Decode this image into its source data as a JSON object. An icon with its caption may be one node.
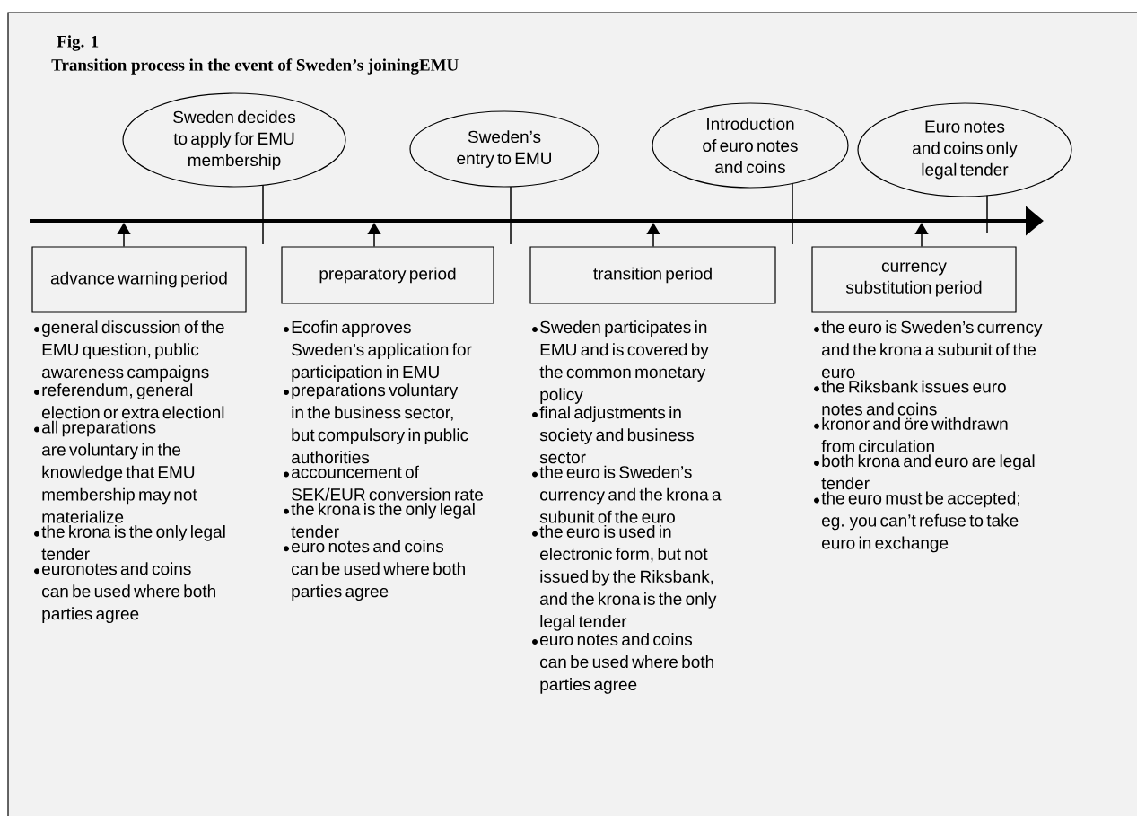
{
  "diagram": {
    "title": "Transition process in the event of Sweden’s joiningEMU",
    "nodes": [
      {
        "text": [
          "Sweden decides to apply for EMU membership"
        ]
      },
      {
        "text": [
          "Sweden’s entry to EMU"
        ]
      },
      {
        "text": [
          "Introduction of euro notes and coins"
        ]
      },
      {
        "text": [
          "Euro notes and coins only legal tender"
        ]
      },
      {
        "text": [
          "advance warning period"
        ],
        "beside": [
          "general discussion of the EMU question, public awareness campaigns",
          "referendum, general election or extra electionl",
          "all preparations are voluntary in the knowledge that EMU membership may not materialize",
          "the krona is the only legal tender",
          "euronotes and coins can be used where both parties agree"
        ]
      },
      {
        "text": [
          "preparatory period"
        ],
        "beside": [
          "Ecofin approves Sweden’s application for participation in EMU",
          "preparations voluntary in the business sector, but compulsory in public authorities",
          "accouncement of SEK/EUR conversion rate",
          "the krona is the only legal tender",
          "euro notes and coins can be used where both parties agree"
        ]
      },
      {
        "text": [
          "transition period"
        ],
        "beside": [
          "Sweden participates in EMU and is covered by the common monetary policy",
          "final adjustments in society and business sector",
          "the euro is Sweden’s currency and the krona a subunit of the euro",
          "the euro is used in electronic form, but not issued by the Riksbank, and the krona is the only legal tender",
          "euro notes and coins can be used where both parties agree"
        ]
      },
      {
        "text": [
          "currency substitution period"
        ],
        "beside": [
          "the euro is Sweden’s currency and the krona a subunit of the euro",
          "the Riksbank issues euro notes and coins",
          "kronor and öre withdrawn from circulation",
          "both krona and euro are legal tender",
          "the euro must be accepted; eg. you can’t refuse to take euro in exchange"
        ]
      }
    ],
    "edges": [
      {
        "from": 0,
        "to": null,
        "arrow": "none"
      },
      {
        "from": 1,
        "to": null,
        "arrow": "none"
      },
      {
        "from": 2,
        "to": null,
        "arrow": "none"
      },
      {
        "from": 3,
        "to": null,
        "arrow": "none"
      },
      {
        "from": 4,
        "to": null,
        "arrow": "to"
      },
      {
        "from": 5,
        "to": null,
        "arrow": "to"
      },
      {
        "from": 6,
        "to": null,
        "arrow": "to"
      },
      {
        "from": 7,
        "to": null,
        "arrow": "to"
      }
    ],
    "labels": [
      "Fig. 1"
    ]
  }
}
